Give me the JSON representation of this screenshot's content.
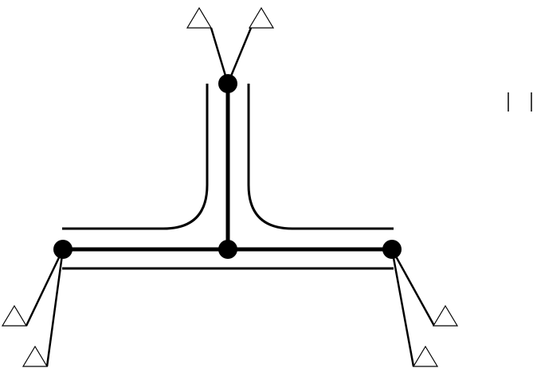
{
  "diagram": {
    "colors": {
      "stroke": "#000000",
      "background": "#ffffff"
    },
    "nodes": [
      {
        "id": "top"
      },
      {
        "id": "left"
      },
      {
        "id": "center"
      },
      {
        "id": "right"
      }
    ],
    "members": [
      {
        "from": "top",
        "to": "center"
      },
      {
        "from": "left",
        "to": "center"
      },
      {
        "from": "center",
        "to": "right"
      }
    ],
    "supports": [
      {
        "node": "top",
        "count": 2
      },
      {
        "node": "left",
        "count": 2
      },
      {
        "node": "right",
        "count": 2
      }
    ]
  }
}
